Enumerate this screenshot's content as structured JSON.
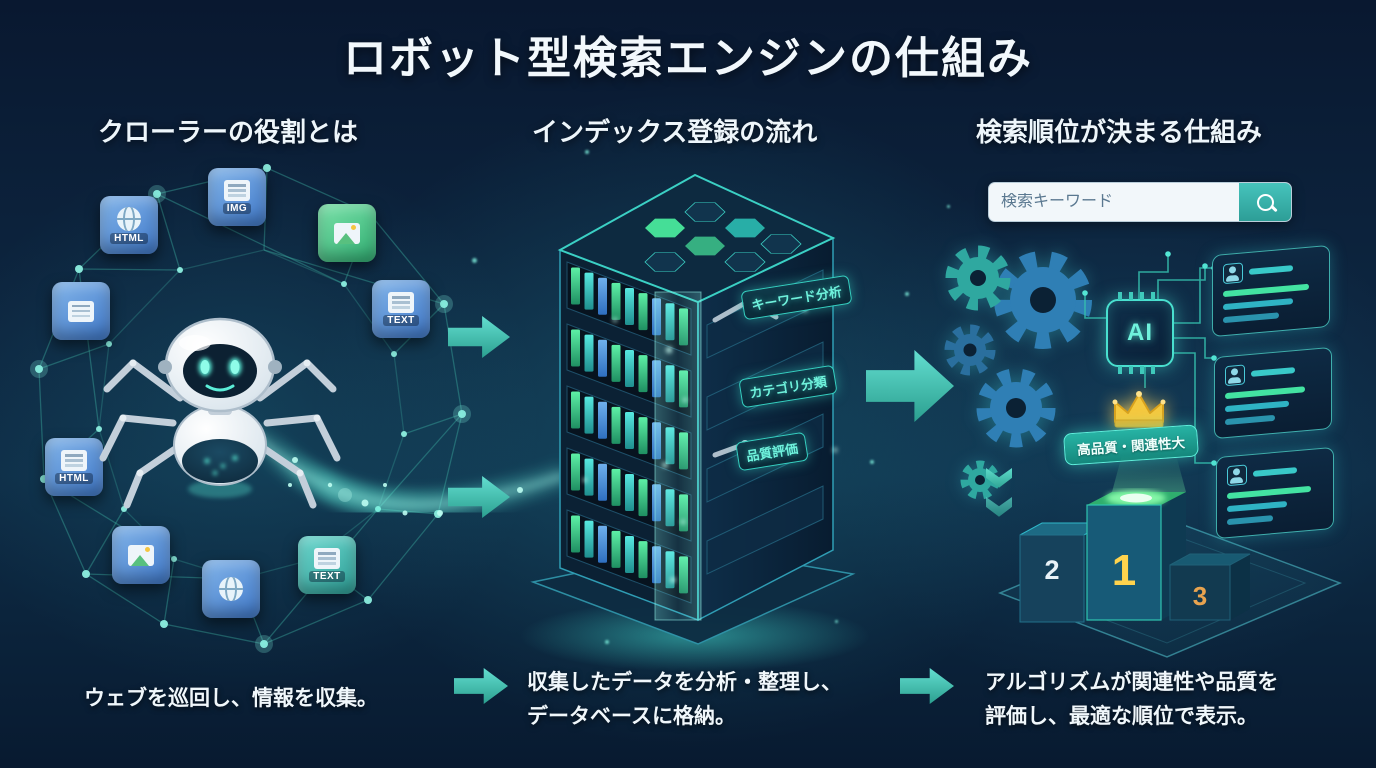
{
  "title": "ロボット型検索エンジンの仕組み",
  "crawler": {
    "heading": "クローラーの役割とは",
    "caption": "ウェブを巡回し、情報を収集。",
    "node_labels": [
      "HTML",
      "IMG",
      "TEXT",
      "HTML",
      "TEXT"
    ]
  },
  "indexing": {
    "heading": "インデックス登録の流れ",
    "caption_line1": "収集したデータを分析・整理し、",
    "caption_line2": "データベースに格納。",
    "process_labels": [
      "キーワード分析",
      "カテゴリ分類",
      "品質評価"
    ]
  },
  "ranking": {
    "heading": "検索順位が決まる仕組み",
    "caption_line1": "アルゴリズムが関連性や品質を",
    "caption_line2": "評価し、最適な順位で表示。",
    "search_placeholder": "検索キーワード",
    "ai_chip_label": "AI",
    "quality_badge": "高品質・関連性大",
    "podium_ranks": [
      "2",
      "1",
      "3"
    ]
  },
  "colors": {
    "accent": "#3fd2c0",
    "arrow": "#3cc4b4",
    "background_top": "#091830",
    "gold": "#f5c93f"
  }
}
